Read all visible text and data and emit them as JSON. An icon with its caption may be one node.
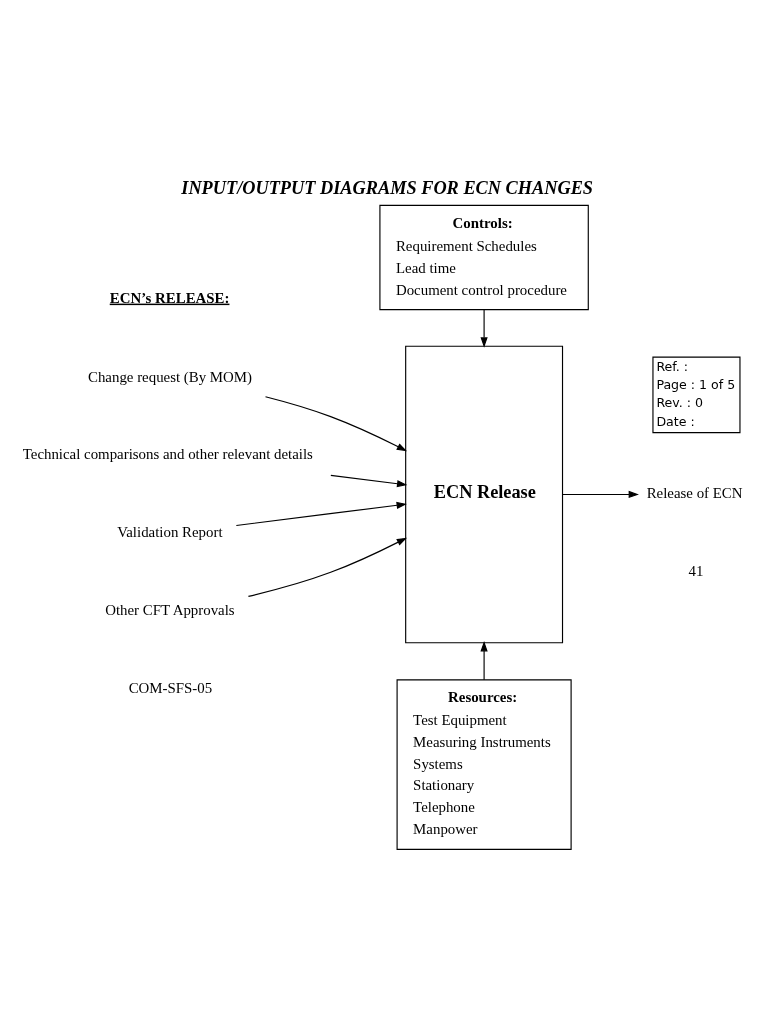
{
  "diagram": {
    "title": "INPUT/OUTPUT DIAGRAMS FOR ECN CHANGES",
    "nodes": [
      {
        "text": [
          "Controls:",
          "Requirement Schedules",
          "Lead time",
          "Document control procedure"
        ]
      },
      {
        "text": [
          "Change request (By MOM)"
        ]
      },
      {
        "text": [
          "Technical comparisons and other relevant details"
        ]
      },
      {
        "text": [
          "ECN Release"
        ]
      },
      {
        "text": [
          "Release of ECN"
        ]
      },
      {
        "text": [
          "Validation Report"
        ]
      },
      {
        "text": [
          "Other CFT Approvals"
        ]
      },
      {
        "text": [
          "Resources:",
          "Test Equipment",
          "Measuring Instruments",
          "Systems",
          "Stationary",
          "Telephone",
          "Manpower"
        ]
      }
    ],
    "edges": [
      {
        "from": 0,
        "to": 3,
        "arrow": "to"
      },
      {
        "from": 1,
        "to": 3,
        "arrow": "to"
      },
      {
        "from": 2,
        "to": 3,
        "arrow": "to"
      },
      {
        "from": 5,
        "to": 3,
        "arrow": "to"
      },
      {
        "from": 6,
        "to": 3,
        "arrow": "to"
      },
      {
        "from": 3,
        "to": 4,
        "arrow": "to"
      },
      {
        "from": 7,
        "to": 3,
        "arrow": "to"
      }
    ],
    "labels": [
      "Ref. :",
      "Page : 1 of 5",
      "Rev. : 0",
      "Date :",
      "ECN’s RELEASE:",
      "COM-SFS-05",
      "41"
    ]
  }
}
